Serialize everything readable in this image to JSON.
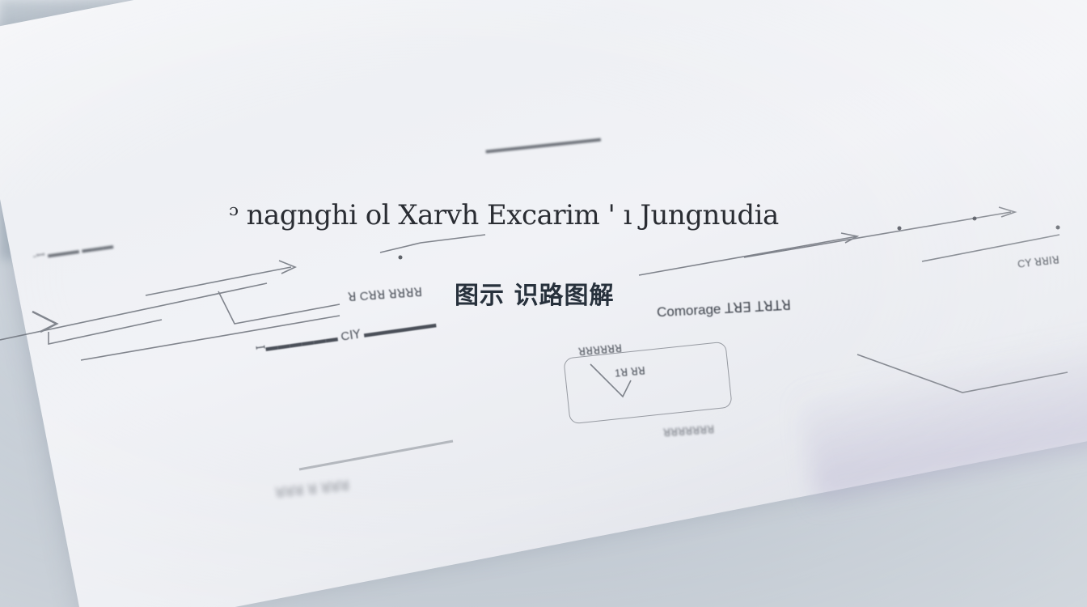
{
  "diagram": {
    "title": "ᵓ nagnghi ol Xarvh Excarim ' ı Jungnudia",
    "cjk_label": "图示 识路图解",
    "labels": {
      "top_center": "▬▬▬▬▬▬▬▬▬▬▬",
      "left_header": "-ꟷ ▬▬▬ ▬▬▬",
      "mid_left": "ꓤ Cꓤꓤ ꓤꓤꓤꓤ",
      "mid_left_long": "ꟷ▬▬▬▬▬▬ Cꓲꓬ ▬▬▬▬▬▬",
      "right_label": "Comorage ꓕꓤꓱ ꓕꓤꓕꓤ",
      "right_small": "Cꓬ ꓤꓤꓲꓤ",
      "card_head": "ꓤꓤꓤꓤꓤꓤ",
      "card_value": "1ꓤ ꓤꓤ",
      "bottom_left": "ꓤꓤꓤ ꓤ ꓤꓤꓤ",
      "bottom_mid": "ꓤꓤꓤꓤꓤꓤꓤ"
    }
  },
  "colors": {
    "screen_bg": "#eef0f4",
    "ink": "#2a2d33",
    "accent_purple": "#a39fc8"
  }
}
